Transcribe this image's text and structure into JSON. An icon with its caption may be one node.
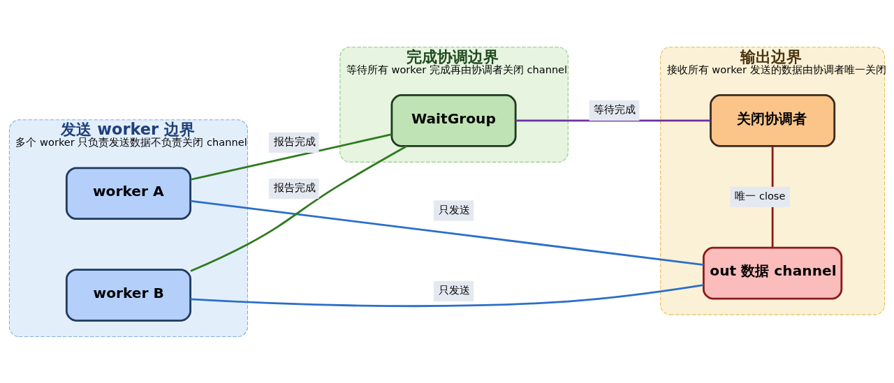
{
  "diagram": {
    "nodes": [
      {
        "text": [
          "发送 worker 边界",
          "多个 worker 只负责发送数据不负责关闭 channel"
        ]
      },
      {
        "text": [
          "worker A"
        ],
        "in": 0
      },
      {
        "text": [
          "worker B"
        ],
        "in": 0
      },
      {
        "text": [
          "完成协调边界",
          "等待所有 worker 完成再由协调者关闭 channel"
        ]
      },
      {
        "text": [
          "WaitGroup"
        ],
        "in": 3
      },
      {
        "text": [
          "输出边界",
          "接收所有 worker 发送的数据由协调者唯一关闭"
        ]
      },
      {
        "text": [
          "关闭协调者"
        ],
        "in": 5
      },
      {
        "text": [
          "out 数据 channel"
        ],
        "in": 5
      }
    ],
    "edges": [
      {
        "from": 1,
        "to": 4,
        "arrow": "none",
        "label": "报告完成",
        "color": "#2f7a1f"
      },
      {
        "from": 2,
        "to": 4,
        "arrow": "none",
        "label": "报告完成",
        "color": "#2f7a1f"
      },
      {
        "from": 4,
        "to": 6,
        "arrow": "none",
        "label": "等待完成",
        "color": "#6a2fa0"
      },
      {
        "from": 1,
        "to": 7,
        "arrow": "none",
        "label": "只发送",
        "color": "#2a6fc9"
      },
      {
        "from": 2,
        "to": 7,
        "arrow": "none",
        "label": "只发送",
        "color": "#2a6fc9"
      },
      {
        "from": 6,
        "to": 7,
        "arrow": "none",
        "label": "唯一 close",
        "color": "#8b1a1a"
      }
    ]
  }
}
